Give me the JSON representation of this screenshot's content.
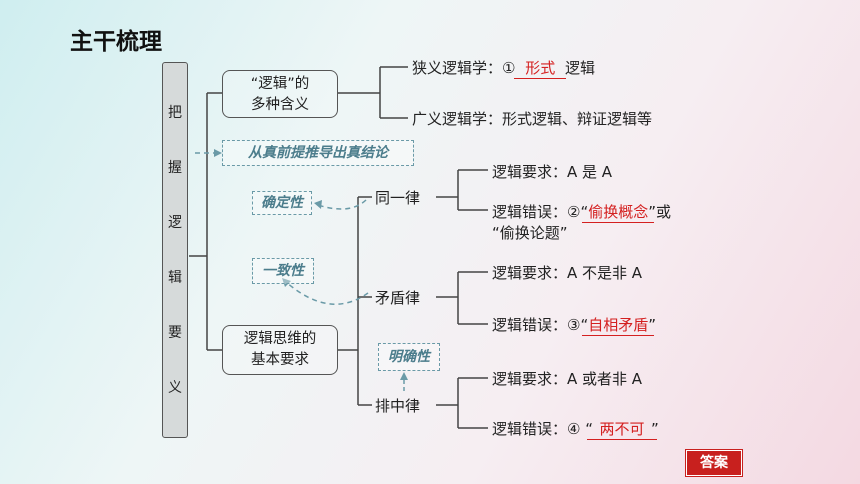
{
  "title": "主干梳理",
  "root_chars": [
    "把",
    "握",
    "逻",
    "辑",
    "要",
    "义"
  ],
  "box_meaning": [
    "“逻辑”的",
    "多种含义"
  ],
  "box_requirements": [
    "逻辑思维的",
    "基本要求"
  ],
  "narrow_logic": {
    "prefix": "狭义逻辑学：① ",
    "answer": "形式",
    "suffix": " 逻辑"
  },
  "broad_logic": "广义逻辑学：形式逻辑、辩证逻辑等",
  "conclusion_note": "从真前提推导出真结论",
  "certainty_note": "确定性",
  "consistency_note": "一致性",
  "clarity_note": "明确性",
  "identity": {
    "name": "同一律",
    "requirement": "逻辑要求：A 是 A",
    "error_prefix": "逻辑错误：②“",
    "error_answer": "偷换概念",
    "error_suffix": "”或",
    "error_line2": "“偷换论题”"
  },
  "contradiction": {
    "name": "矛盾律",
    "requirement": "逻辑要求：A 不是非 A",
    "error_prefix": "逻辑错误：③“",
    "error_answer": "自相矛盾",
    "error_suffix": "”"
  },
  "excluded_middle": {
    "name": "排中律",
    "requirement": "逻辑要求：A 或者非 A",
    "error_prefix": "逻辑错误：④ “",
    "error_answer": "两不可",
    "error_suffix": "”"
  },
  "answer_button": "答案"
}
